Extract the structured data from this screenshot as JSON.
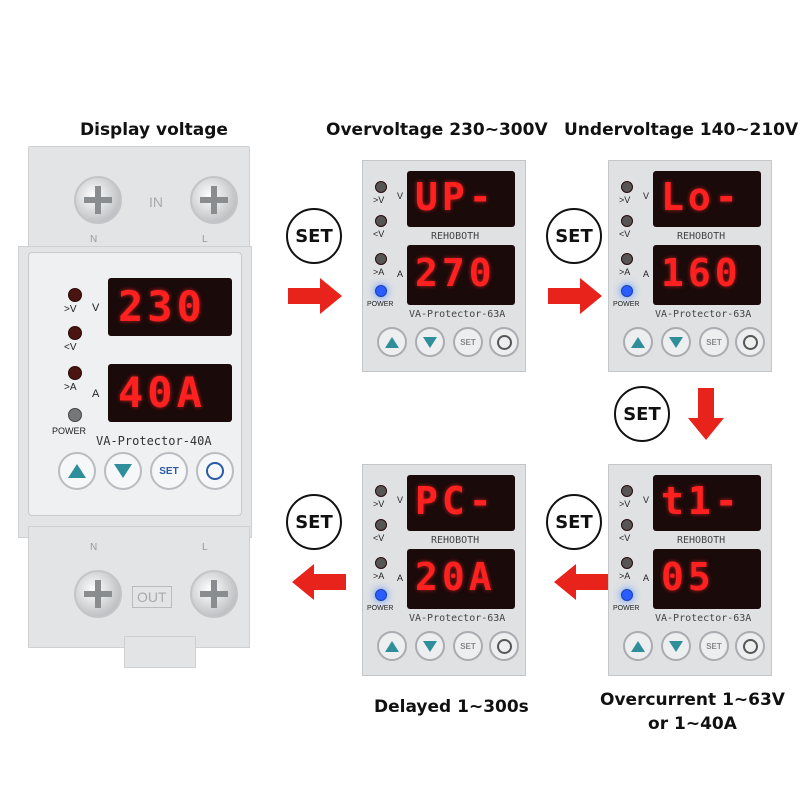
{
  "captions": {
    "display_voltage": "Display voltage",
    "overvoltage": "Overvoltage 230~300V",
    "undervoltage": "Undervoltage 140~210V",
    "delayed": "Delayed 1~300s",
    "overcurrent_line1": "Overcurrent 1~63V",
    "overcurrent_line2": "or 1~40A"
  },
  "set_label": "SET",
  "main_device": {
    "top_terminal_labels": [
      "IN",
      "N",
      "L"
    ],
    "bottom_terminal_labels": [
      "N",
      "L",
      "OUT"
    ],
    "voltage_display": "230",
    "current_display": "40A",
    "unit_voltage": "V",
    "unit_current": "A",
    "indicators": [
      ">V",
      "<V",
      ">A"
    ],
    "power_label": "POWER",
    "model": "VA-Protector-40A",
    "buttons": {
      "up": "up-arrow",
      "down": "down-arrow",
      "set": "SET",
      "power": "power"
    }
  },
  "panels": [
    {
      "id": "overvoltage",
      "top": "UP-",
      "bottom": "270"
    },
    {
      "id": "undervoltage",
      "top": "Lo-",
      "bottom": "160"
    },
    {
      "id": "delay",
      "top": "PC-",
      "bottom": "20A"
    },
    {
      "id": "overcurrent",
      "top": "t1-",
      "bottom": "05"
    }
  ],
  "panel_common": {
    "brand": "REHOBOTH",
    "model": "VA-Protector-63A",
    "indicators": [
      ">V",
      "<V",
      ">A"
    ],
    "unit_voltage": "V",
    "unit_current": "A",
    "power_label": "POWER",
    "set_button": "SET"
  },
  "colors": {
    "segment": "#ff2020",
    "arrow": "#e8231b",
    "led_blue": "#2b5cff",
    "teal_button": "#2e8f9a"
  }
}
